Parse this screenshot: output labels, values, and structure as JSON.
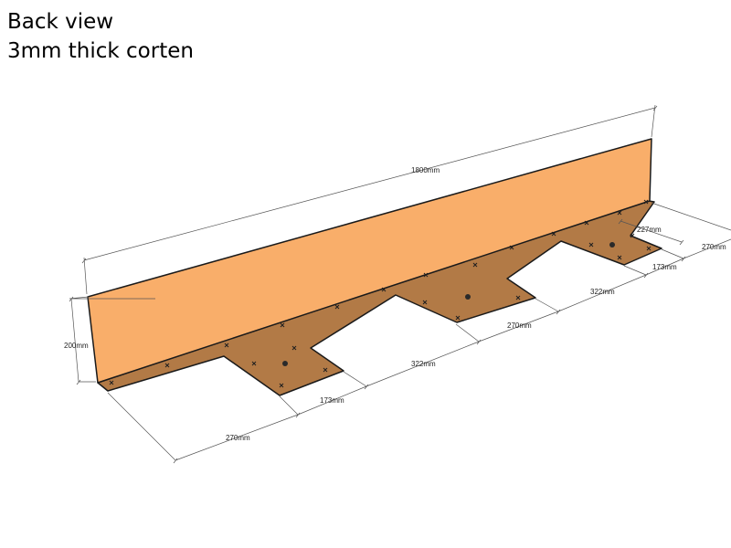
{
  "header": {
    "line1": "Back view",
    "line2": "3mm thick corten"
  },
  "dimensions": {
    "length": "1800mm",
    "height": "200mm",
    "tab_1_depth": "270mm",
    "tab_1_width": "173mm",
    "gap_1": "322mm",
    "tab_2_depth": "270mm",
    "gap_2": "322mm",
    "tab_3_width": "173mm",
    "tab_3_depth": "270mm",
    "end_setback": "227mm"
  },
  "colors": {
    "upstand": "#f9ae6a",
    "base_plate": "#b27a46",
    "edge": "#1a1a1a",
    "dimension_line": "#555555"
  }
}
